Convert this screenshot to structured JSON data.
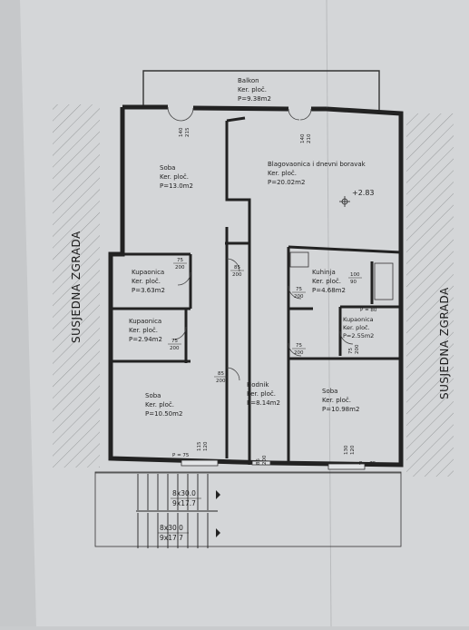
{
  "plan": {
    "neighbor_left": "SUSJEDNA ZGRADA",
    "neighbor_right": "SUSJEDNA ZGRADA",
    "elevation_mark": "+2.83",
    "rooms": [
      {
        "id": "balkon",
        "name": "Balkon",
        "floor": "Ker. ploč.",
        "area": "P=9.38m2"
      },
      {
        "id": "soba-top",
        "name": "Soba",
        "floor": "Ker. ploč.",
        "area": "P=13.0m2"
      },
      {
        "id": "blagovaonica",
        "name": "Blagovaonica i dnevni boravak",
        "floor": "Ker. ploč.",
        "area": "P=20.02m2"
      },
      {
        "id": "kupaonica-1",
        "name": "Kupaonica",
        "floor": "Ker. ploč.",
        "area": "P=3.63m2"
      },
      {
        "id": "kupaonica-2",
        "name": "Kupaonica",
        "floor": "Ker. ploč.",
        "area": "P=2.94m2"
      },
      {
        "id": "kuhinja",
        "name": "Kuhinja",
        "floor": "Ker. ploč.",
        "area": "P=4.68m2"
      },
      {
        "id": "kupaonica-3",
        "name": "Kupaonica",
        "floor": "Ker. ploč.",
        "area": "P=2.55m2"
      },
      {
        "id": "soba-left",
        "name": "Soba",
        "floor": "Ker. ploč.",
        "area": "P=10.50m2"
      },
      {
        "id": "hodnik",
        "name": "Hodnik",
        "floor": "Ker. ploč.",
        "area": "P=8.14m2"
      },
      {
        "id": "soba-right",
        "name": "Soba",
        "floor": "Ker. ploč.",
        "area": "P=10.98m2"
      }
    ],
    "doors": [
      {
        "top": "140",
        "bottom": "215"
      },
      {
        "top": "140",
        "bottom": "210"
      },
      {
        "top": "75",
        "bottom": "200"
      },
      {
        "top": "85",
        "bottom": "200"
      },
      {
        "top": "75",
        "bottom": "200"
      },
      {
        "top": "85",
        "bottom": "200"
      },
      {
        "top": "75",
        "bottom": "200"
      },
      {
        "top": "85",
        "bottom": "200"
      },
      {
        "top": "100",
        "bottom": "90"
      },
      {
        "top": "75",
        "bottom": "200"
      },
      {
        "top": "75",
        "bottom": "200"
      },
      {
        "top": "115",
        "bottom": "120"
      },
      {
        "top": "130",
        "bottom": "120"
      }
    ],
    "parapets": [
      "P = 75",
      "P = 75",
      "P = 80"
    ],
    "stairs": [
      {
        "steps": "8x30.0",
        "rise": "9x17.7"
      },
      {
        "steps": "8x30.0",
        "rise": "9x17.7"
      }
    ]
  }
}
